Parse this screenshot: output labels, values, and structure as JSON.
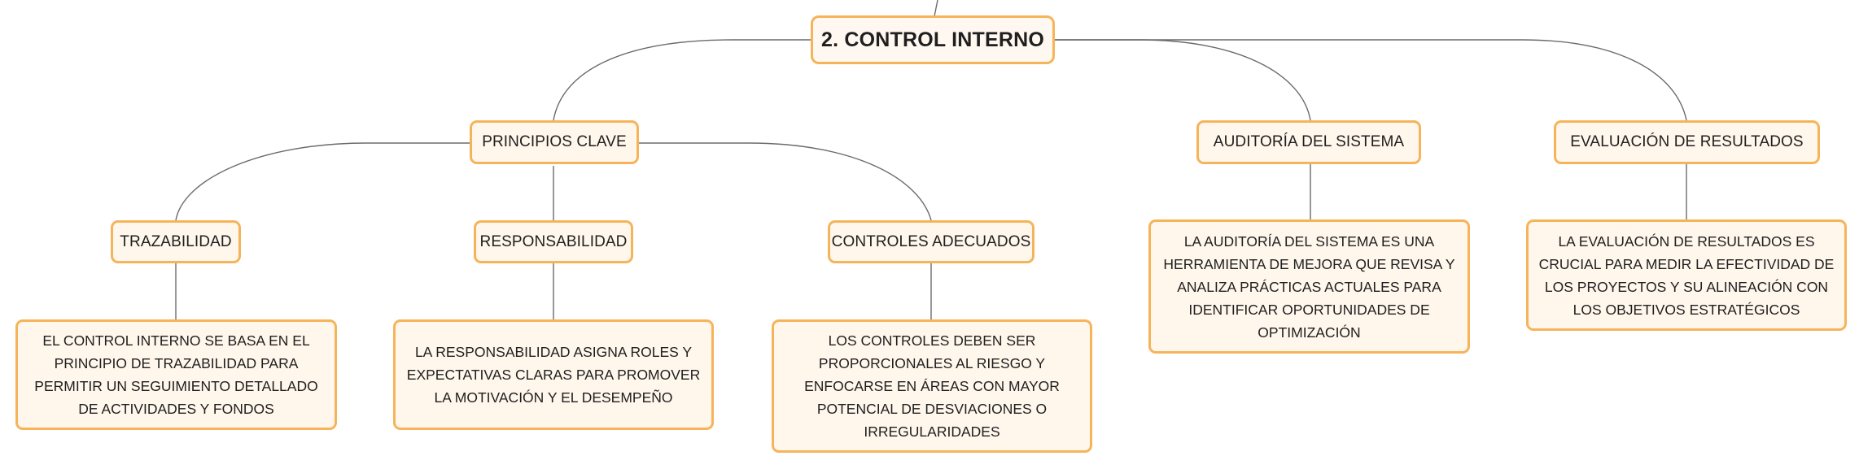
{
  "diagram": {
    "root": {
      "title": "2. CONTROL INTERNO"
    },
    "branches": {
      "principios": {
        "label": "PRINCIPIOS CLAVE"
      },
      "auditoria": {
        "label": "AUDITORÍA DEL SISTEMA",
        "description": "LA AUDITORÍA DEL SISTEMA ES UNA HERRAMIENTA DE MEJORA QUE REVISA Y ANALIZA PRÁCTICAS ACTUALES PARA IDENTIFICAR OPORTUNIDADES DE OPTIMIZACIÓN"
      },
      "evaluacion": {
        "label": "EVALUACIÓN DE RESULTADOS",
        "description": "LA EVALUACIÓN DE RESULTADOS ES CRUCIAL PARA MEDIR LA EFECTIVIDAD DE LOS PROYECTOS Y SU ALINEACIÓN CON LOS OBJETIVOS ESTRATÉGICOS"
      }
    },
    "principles": {
      "trazabilidad": {
        "label": "TRAZABILIDAD",
        "description": "EL CONTROL INTERNO SE BASA EN EL PRINCIPIO DE TRAZABILIDAD PARA PERMITIR UN SEGUIMIENTO DETALLADO DE ACTIVIDADES Y FONDOS"
      },
      "responsabilidad": {
        "label": "RESPONSABILIDAD",
        "description": "LA RESPONSABILIDAD ASIGNA ROLES Y EXPECTATIVAS CLARAS PARA PROMOVER LA MOTIVACIÓN Y EL DESEMPEÑO"
      },
      "controles": {
        "label": "CONTROLES ADECUADOS",
        "description": "LOS CONTROLES DEBEN SER PROPORCIONALES AL RIESGO Y ENFOCARSE EN ÁREAS CON MAYOR POTENCIAL DE DESVIACIONES O IRREGULARIDADES"
      }
    }
  },
  "colors": {
    "node_border": "#f6b45a",
    "node_fill": "#fff6ec",
    "connector": "#6b6b6b",
    "text": "#1f1f1f"
  }
}
